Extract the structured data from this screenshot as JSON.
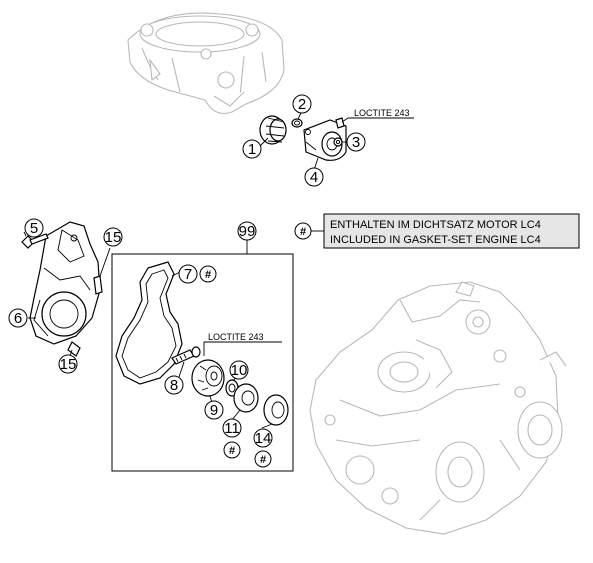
{
  "callouts": {
    "n1": "1",
    "n2": "2",
    "n3": "3",
    "n4": "4",
    "n5": "5",
    "n6": "6",
    "n7": "7",
    "n8": "8",
    "n9": "9",
    "n10": "10",
    "n11": "11",
    "n14": "14",
    "n15a": "15",
    "n15b": "15",
    "n99": "99"
  },
  "hash_symbol": "#",
  "loctite_top": "LOCTITE 243",
  "loctite_kit": "LOCTITE 243",
  "legend": {
    "line1": "ENTHALTEN IM DICHTSATZ MOTOR LC4",
    "line2": "INCLUDED IN GASKET-SET ENGINE LC4"
  },
  "colors": {
    "line": "#000000",
    "ghost_engine": "#b9b9b9",
    "legend_bg": "#e6e6e6"
  }
}
